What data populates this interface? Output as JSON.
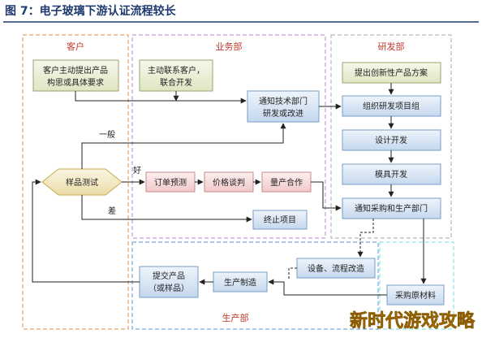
{
  "figure": {
    "title": "图 7：电子玻璃下游认证流程较长"
  },
  "lanes": {
    "customer": "客户",
    "business": "业务部",
    "rnd": "研发部",
    "production": "生产部"
  },
  "nodes": {
    "customer_request": [
      "客户主动提出产品",
      "构思或具体要求"
    ],
    "business_contact": [
      "主动联系客户，",
      "联合开发"
    ],
    "notify_tech": [
      "通知技术部门",
      "研发或改进"
    ],
    "propose_plan": "提出创新性产品方案",
    "project_team": "组织研发项目组",
    "design_dev": "设计开发",
    "mold_dev": "模具开发",
    "notify_purchase": "通知采购和生产部门",
    "sample_test": "样品测试",
    "order_forecast": "订单预测",
    "price_negotiation": "价格谈判",
    "mass_cooperation": "量产合作",
    "terminate": "终止项目",
    "equipment_change": "设备、流程改造",
    "purchase_materials": "采购原材料",
    "manufacturing": "生产制造",
    "submit_product": [
      "提交产品",
      "（或样品）"
    ]
  },
  "edge_labels": {
    "average": "一般",
    "good": "好",
    "poor": "差"
  },
  "watermark": "新时代游戏攻略",
  "colors": {
    "title": "#1f3a6e",
    "customer_lane": "#e8a064",
    "business_lane": "#c99ad8",
    "rnd_lane": "#b8b8b8",
    "production_lane": "#6fa8dc",
    "extra_lane": "#8fe3e3",
    "customer_box": "#ecf0d6",
    "blue_box": "#dce8f4",
    "pink_box": "#f8dfdf",
    "yellow_box": "#f4ecc8"
  }
}
